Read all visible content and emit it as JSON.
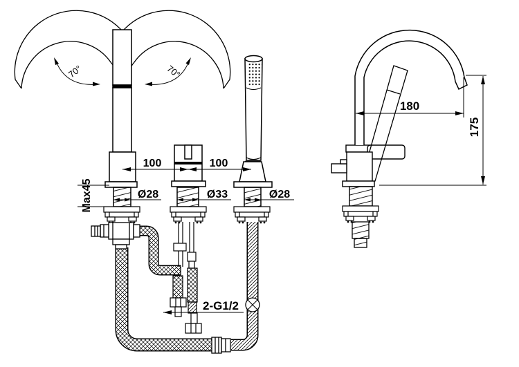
{
  "labels": {
    "swing_angle_left": "70°",
    "swing_angle_right": "70°",
    "hole_spacing_left": "100",
    "hole_spacing_right": "100",
    "max_deck_thickness": "Max45",
    "spout_shank_diameter": "Ø28",
    "valve_shank_diameter": "Ø33",
    "shower_shank_diameter": "Ø28",
    "supply_hose_thread": "2-G1/2",
    "spout_reach": "180",
    "spout_height": "175"
  },
  "colors": {
    "line": "#000000",
    "background": "#ffffff"
  }
}
